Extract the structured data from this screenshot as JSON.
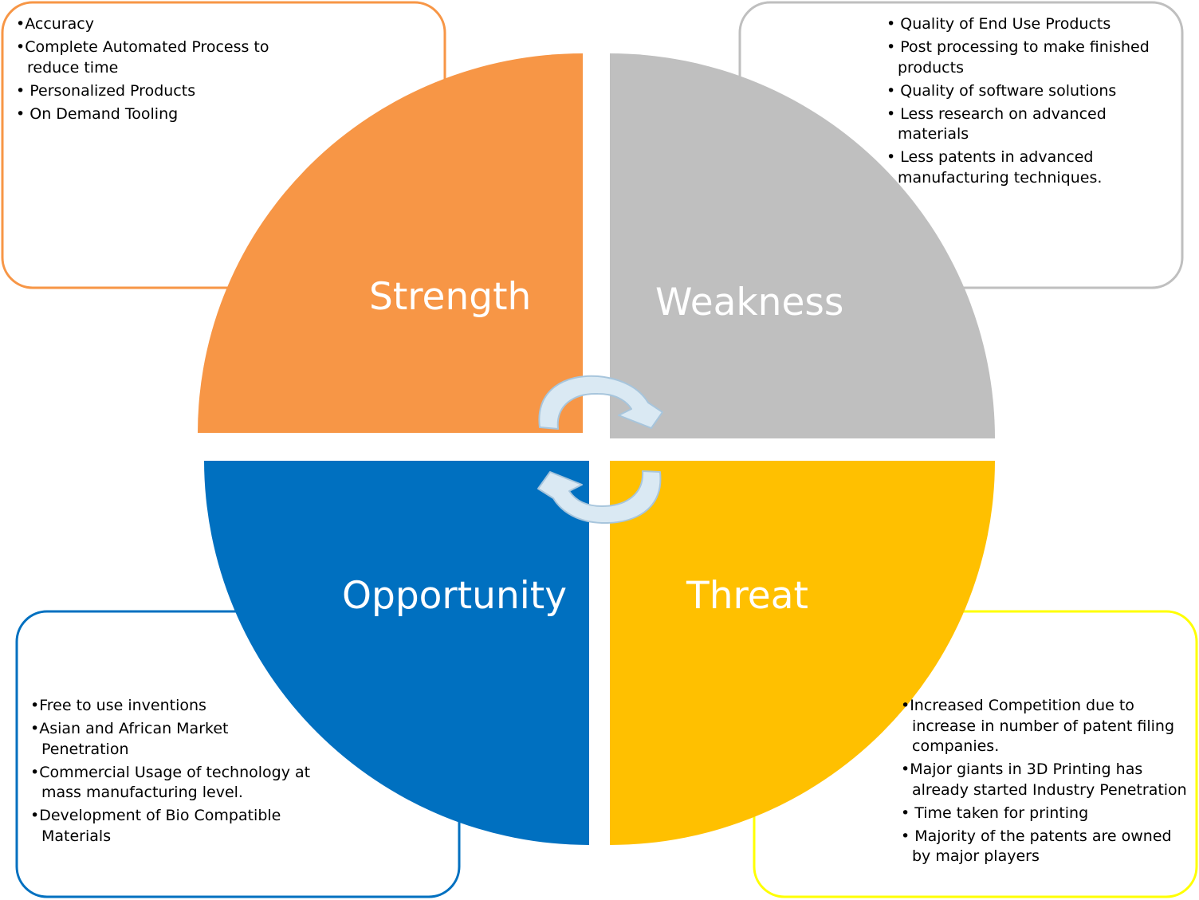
{
  "strength": {
    "label": "Strength",
    "color": "#F79646",
    "box_border": "#F79646",
    "items": [
      [
        "•Accuracy"
      ],
      [
        "•Complete Automated Process to",
        "reduce time"
      ],
      [
        "• Personalized Products"
      ],
      [
        "• On Demand Tooling"
      ]
    ]
  },
  "weakness": {
    "label": "Weakness",
    "color": "#BFBFBF",
    "box_border": "#BFBFBF",
    "items": [
      [
        "• Quality of End Use Products"
      ],
      [
        "• Post processing to make finished",
        "products"
      ],
      [
        "• Quality of software solutions"
      ],
      [
        "• Less research on advanced",
        "materials"
      ],
      [
        "• Less patents in advanced",
        "manufacturing techniques."
      ]
    ]
  },
  "opportunity": {
    "label": "Opportunity",
    "color": "#0070C0",
    "box_border": "#0070C0",
    "items": [
      [
        "•Free to use inventions"
      ],
      [
        "•Asian and African Market",
        "Penetration"
      ],
      [
        "•Commercial Usage of technology at",
        "mass manufacturing level."
      ],
      [
        "•Development of Bio Compatible",
        "Materials"
      ]
    ]
  },
  "threat": {
    "label": "Threat",
    "color": "#FFC000",
    "box_border": "#FFFF00",
    "items": [
      [
        "•Increased Competition due to",
        "increase in number of patent filing",
        "companies."
      ],
      [
        "•Major giants in 3D Printing has",
        "already started Industry Penetration"
      ],
      [
        "• Time taken for printing"
      ],
      [
        "• Majority of the patents are owned",
        "by major players"
      ]
    ]
  },
  "cycle_arrow_color": "#DAE9F3",
  "cycle_arrow_stroke": "#A7C5DC"
}
